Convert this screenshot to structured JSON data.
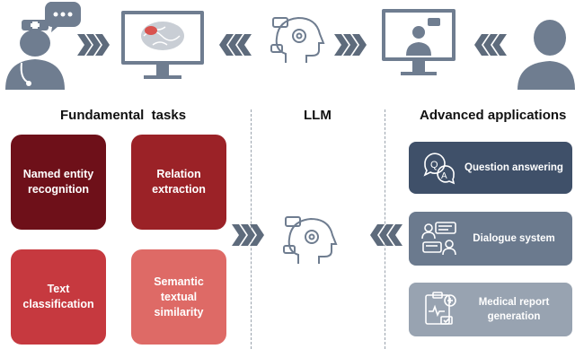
{
  "headings": {
    "fundamental": "Fundamental  tasks",
    "llm": "LLM",
    "advanced": "Advanced applications"
  },
  "tasks": [
    {
      "label": "Named entity\nrecognition",
      "color": "#6e1019"
    },
    {
      "label": "Relation\nextraction",
      "color": "#9b2227"
    },
    {
      "label": "Text\nclassification",
      "color": "#c6393f"
    },
    {
      "label": "Semantic\ntextual\nsimilarity",
      "color": "#de6a66"
    }
  ],
  "applications": [
    {
      "label": "Question answering",
      "color": "#3f5069",
      "icon": "qa-bubbles-icon"
    },
    {
      "label": "Dialogue system",
      "color": "#6b7a8e",
      "icon": "dialogue-people-icon"
    },
    {
      "label": "Medical report\ngeneration",
      "color": "#98a3b1",
      "icon": "medical-report-icon"
    }
  ],
  "colors": {
    "icon_gray": "#6f7d90",
    "arrow_gray": "#5e6b7c",
    "brain_highlight": "#d9534f"
  },
  "icons": [
    "doctor-icon",
    "speech-bubble-icon",
    "monitor-brain-icon",
    "llm-head-gear-icon",
    "monitor-doctor-icon",
    "patient-icon",
    "chevron-arrows-icon"
  ]
}
